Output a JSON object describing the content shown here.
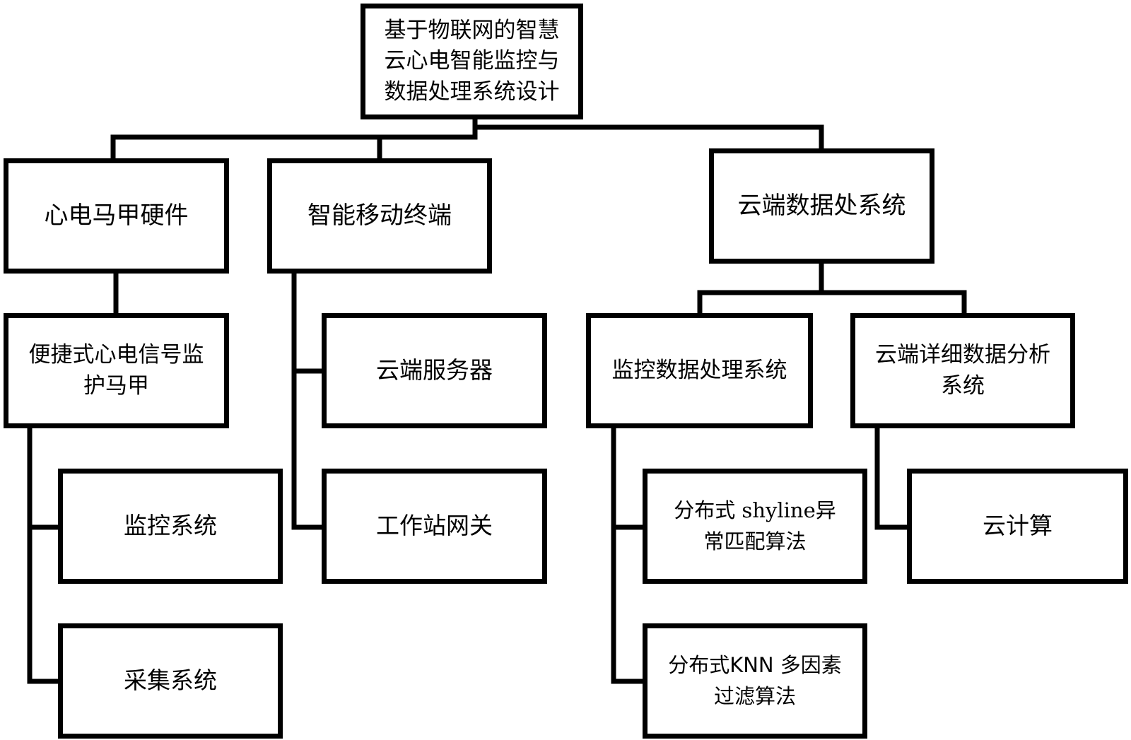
{
  "diagram": {
    "root": {
      "label": "基于物联网的智慧\n云心电智能监控与\n数据处理系统设计"
    },
    "level1": [
      {
        "id": "hardware",
        "label": "心电马甲硬件"
      },
      {
        "id": "mobile",
        "label": "智能移动终端"
      },
      {
        "id": "cloud",
        "label": "云端数据处系统"
      }
    ],
    "level2": [
      {
        "id": "vest",
        "parent": "hardware",
        "label": "便捷式心电信号监\n护马甲"
      },
      {
        "id": "server",
        "parent": "mobile",
        "label": "云端服务器"
      },
      {
        "id": "gateway",
        "parent": "mobile",
        "label": "工作站网关"
      },
      {
        "id": "monitor_proc",
        "parent": "cloud",
        "label": "监控数据处理系统"
      },
      {
        "id": "analysis",
        "parent": "cloud",
        "label": "云端详细数据分析\n系统"
      }
    ],
    "level3": [
      {
        "id": "monitor_sys",
        "parent": "vest",
        "label": "监控系统"
      },
      {
        "id": "acquisition",
        "parent": "vest",
        "label": "采集系统"
      },
      {
        "id": "skyline",
        "parent": "monitor_proc",
        "label": "分布式 shyline异\n常匹配算法"
      },
      {
        "id": "knn",
        "parent": "monitor_proc",
        "label": "分布式KNN 多因素\n过滤算法"
      },
      {
        "id": "cloud_compute",
        "parent": "analysis",
        "label": "云计算"
      }
    ]
  }
}
